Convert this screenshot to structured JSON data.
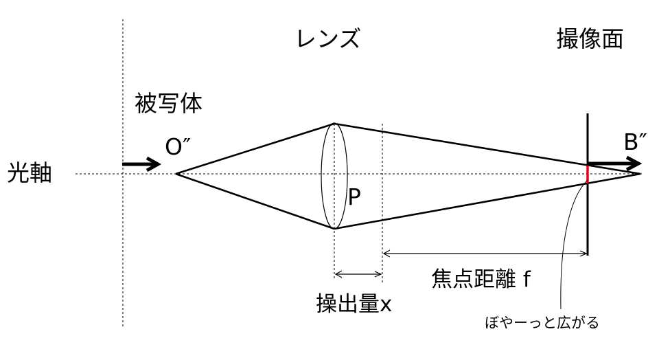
{
  "labels": {
    "lens": "レンズ",
    "sensor": "撮像面",
    "subject": "被写体",
    "optical_axis": "光軸",
    "object_point": "O″",
    "image_point": "B″",
    "lens_center": "P",
    "extension": "操出量x",
    "focal_length": "焦点距離 f",
    "blur": "ぼやーっと広がる"
  },
  "colors": {
    "line": "#000000",
    "blur_highlight": "#e8001c"
  }
}
